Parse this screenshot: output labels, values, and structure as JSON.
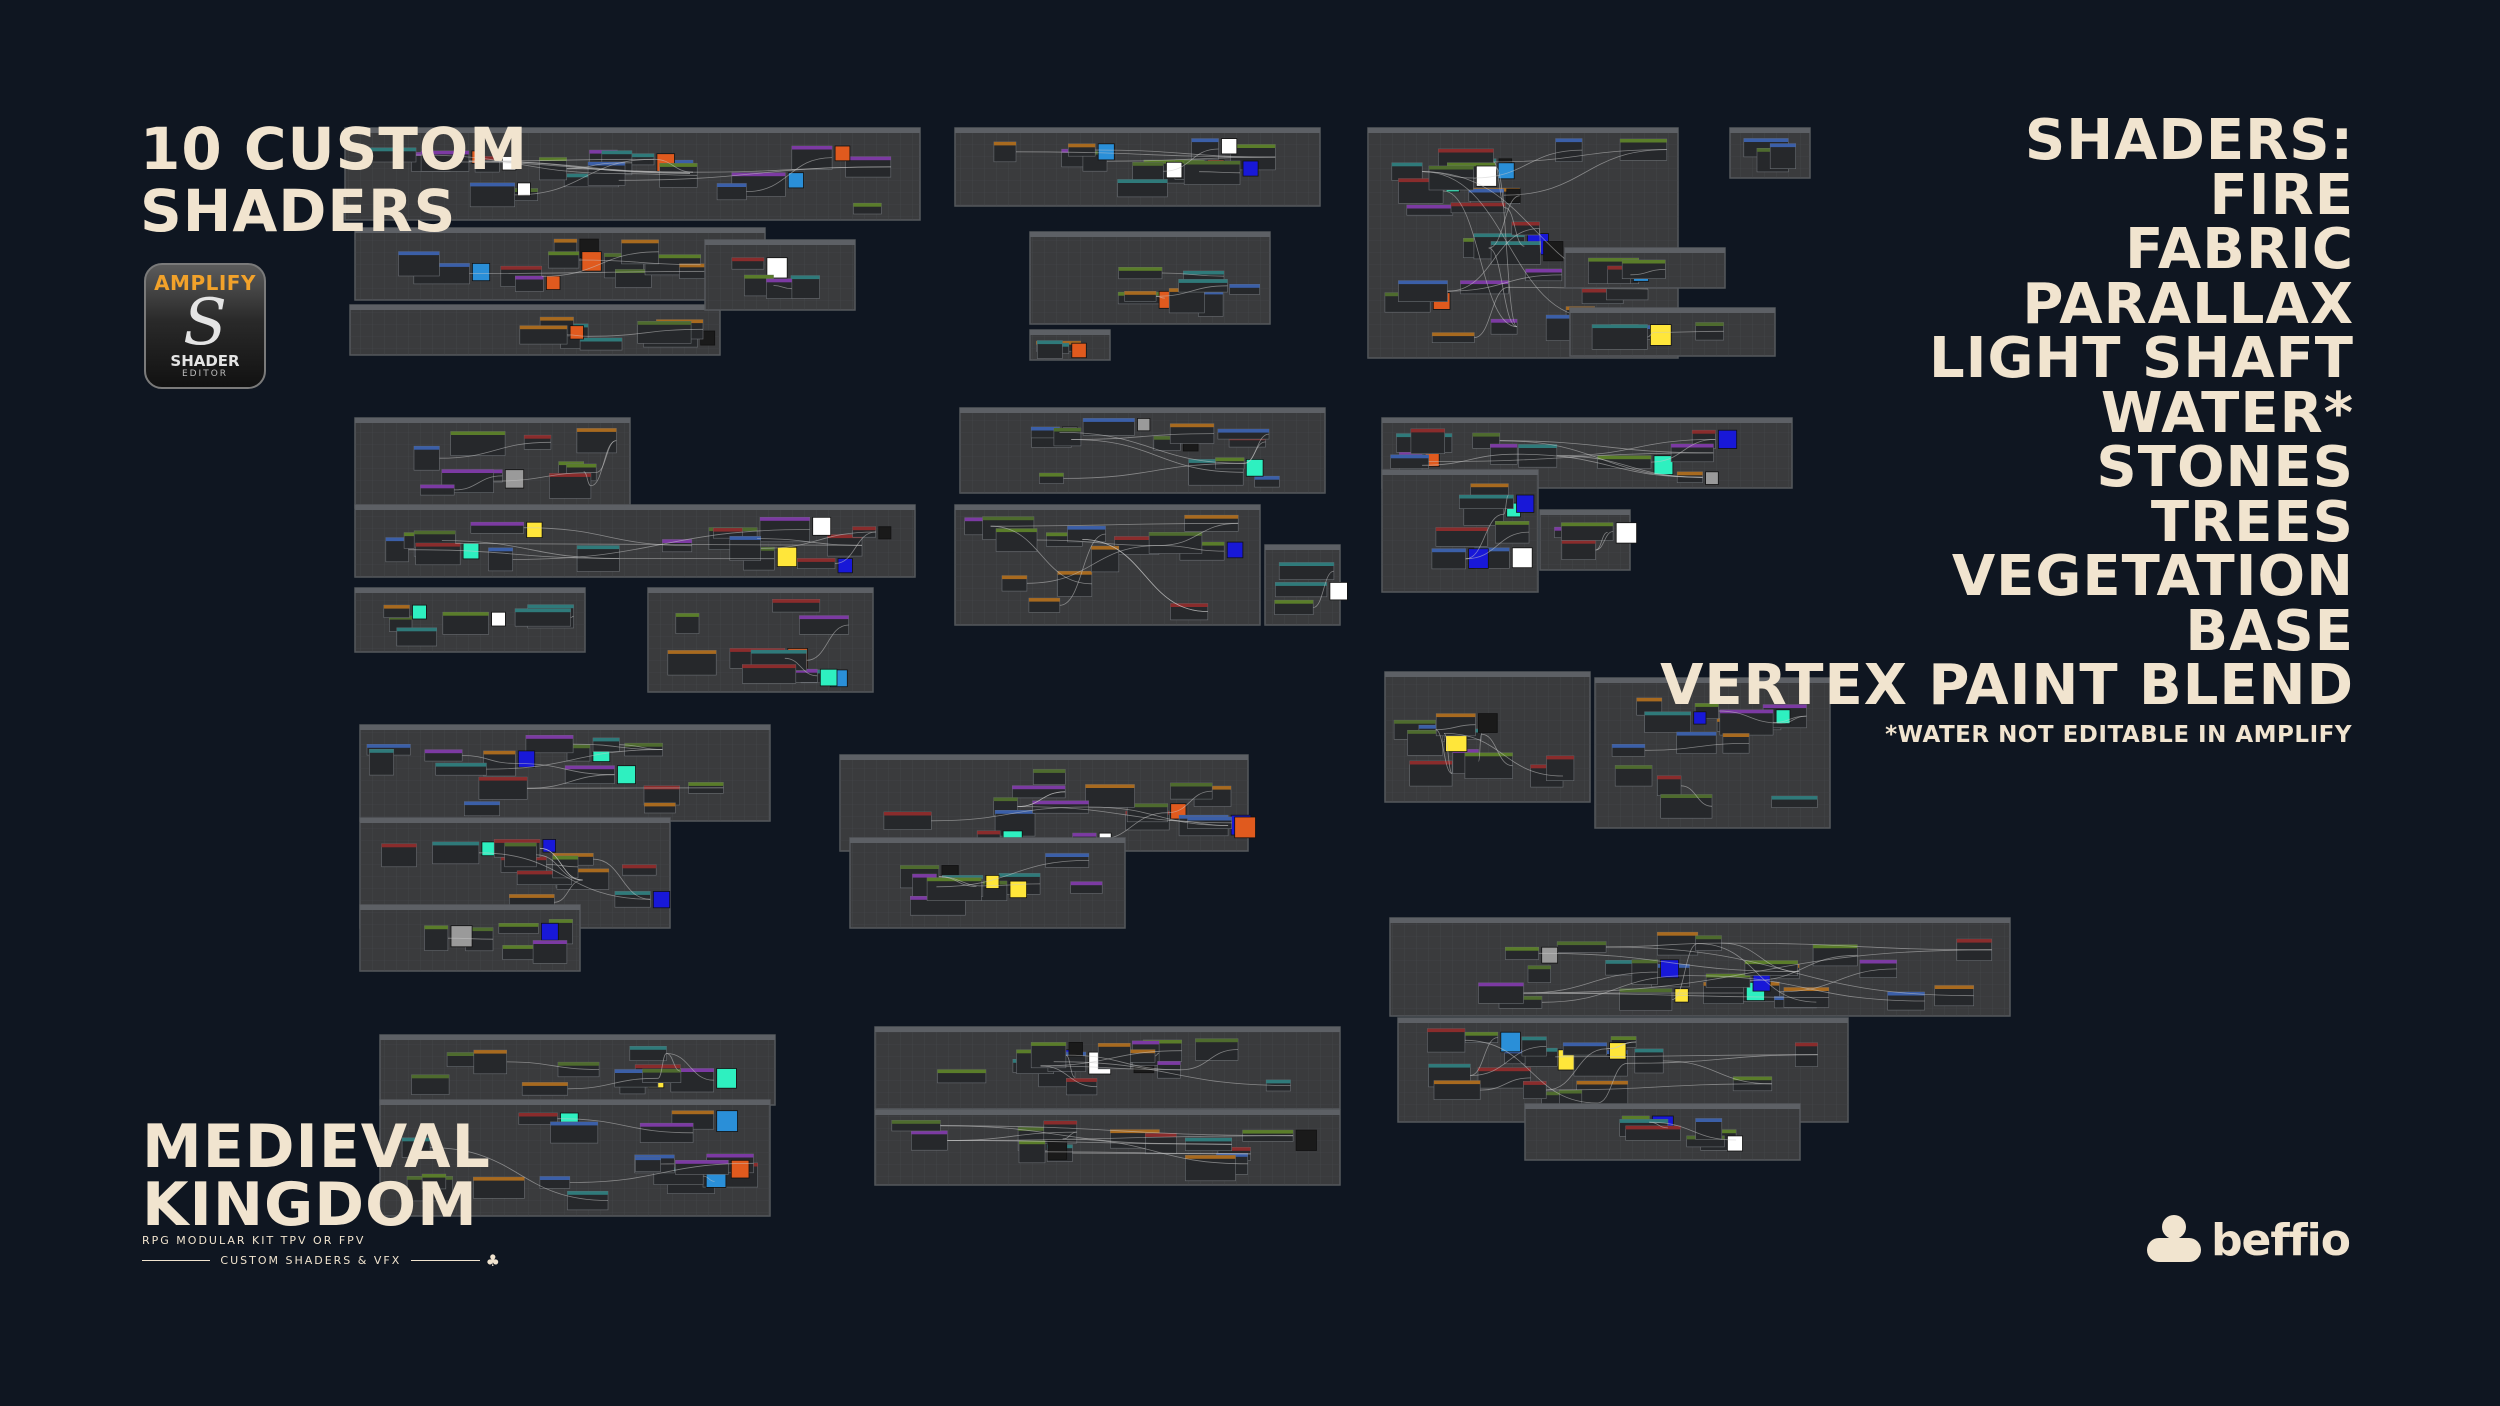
{
  "headline": {
    "line1": "10 CUSTOM",
    "line2": "SHADERS"
  },
  "badge": {
    "icon": "amplify-shader-editor-logo",
    "top": "AMPLIFY",
    "glyph": "S",
    "line1": "SHADER",
    "line2": "EDITOR"
  },
  "shaders": {
    "heading": "SHADERS:",
    "items": [
      "FIRE",
      "FABRIC",
      "PARALLAX",
      "LIGHT SHAFT",
      "WATER*",
      "STONES",
      "TREES",
      "VEGETATION",
      "BASE",
      "VERTEX PAINT BLEND"
    ],
    "note": "*WATER NOT EDITABLE IN AMPLIFY"
  },
  "brand": {
    "title_line1": "MEDIEVAL",
    "title_line2": "KINGDOM",
    "subtitle": "RPG MODULAR KIT TPV OR FPV",
    "tagline": "CUSTOM SHADERS & VFX",
    "club_icon": "club-icon"
  },
  "beffio": {
    "icon": "beffio-logo-icon",
    "label": "beffio"
  },
  "colors": {
    "background": "#0f1621",
    "text": "#f1e4cf",
    "panel": "#3a3b3d",
    "panel_border": "#55585c",
    "accent_orange": "#f2a22a"
  }
}
